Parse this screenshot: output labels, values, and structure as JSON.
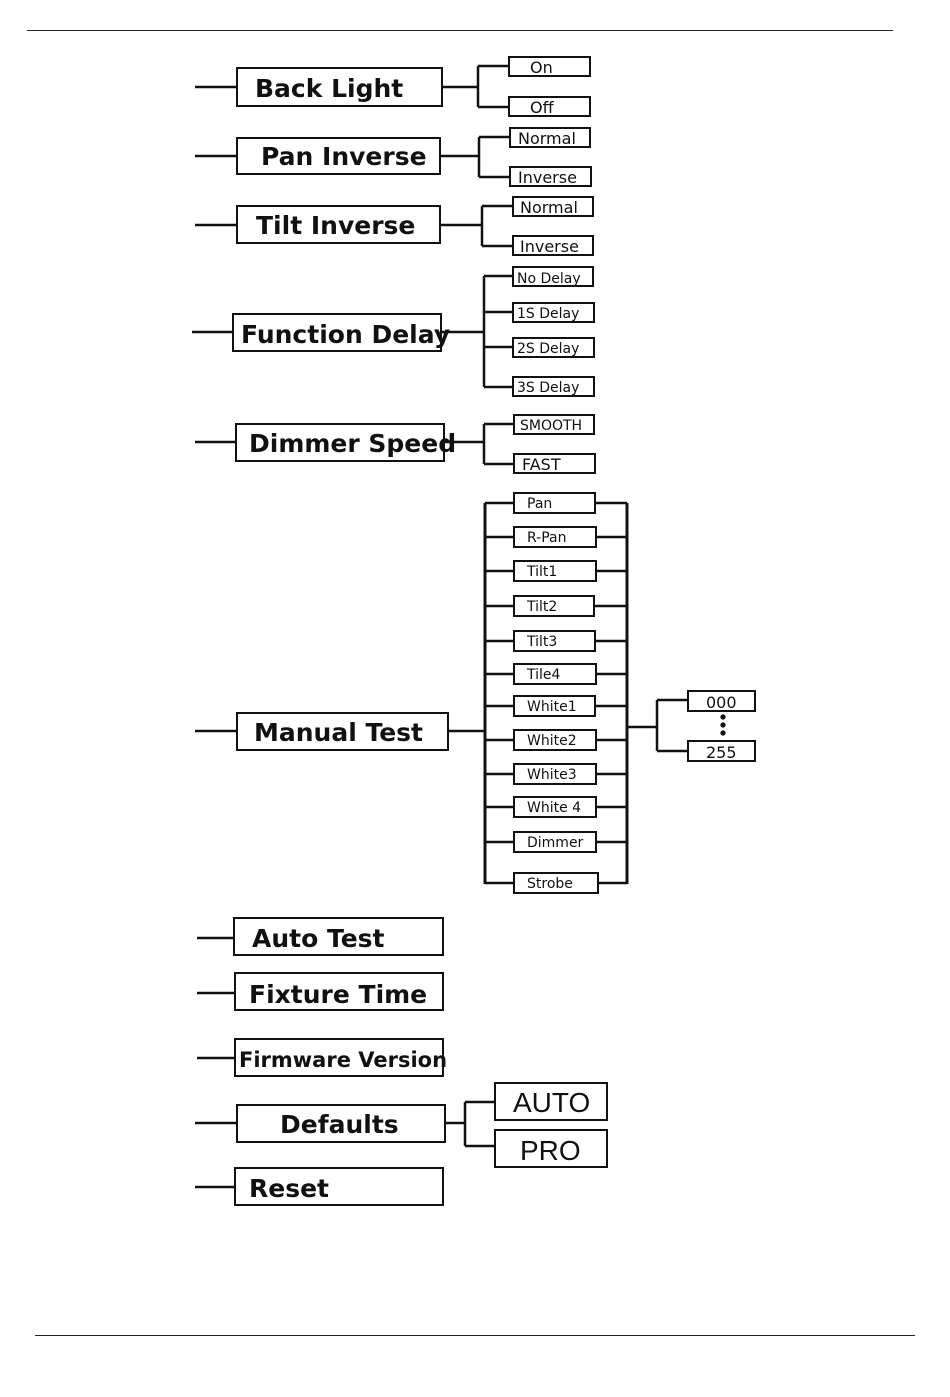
{
  "menu": {
    "back_light": {
      "label": "Back Light",
      "options": [
        "On",
        "Off"
      ]
    },
    "pan_inverse": {
      "label": "Pan Inverse",
      "options": [
        "Normal",
        "Inverse"
      ]
    },
    "tilt_inverse": {
      "label": "Tilt Inverse",
      "options": [
        "Normal",
        "Inverse"
      ]
    },
    "function_delay": {
      "label": "Function Delay",
      "options": [
        "No Delay",
        "1S Delay",
        "2S Delay",
        "3S Delay"
      ]
    },
    "dimmer_speed": {
      "label": "Dimmer Speed",
      "options": [
        "SMOOTH",
        "FAST"
      ]
    },
    "manual_test": {
      "label": "Manual Test",
      "channels": [
        "Pan",
        "R-Pan",
        "Tilt1",
        "Tilt2",
        "Tilt3",
        "Tile4",
        "White1",
        "White2",
        "White3",
        "White 4",
        "Dimmer",
        "Strobe"
      ],
      "range": [
        "000",
        "255"
      ]
    },
    "auto_test": {
      "label": "Auto Test"
    },
    "fixture_time": {
      "label": "Fixture Time"
    },
    "firmware_version": {
      "label": "Firmware Version"
    },
    "defaults": {
      "label": "Defaults",
      "options": [
        "AUTO",
        "PRO"
      ]
    },
    "reset": {
      "label": "Reset"
    }
  }
}
